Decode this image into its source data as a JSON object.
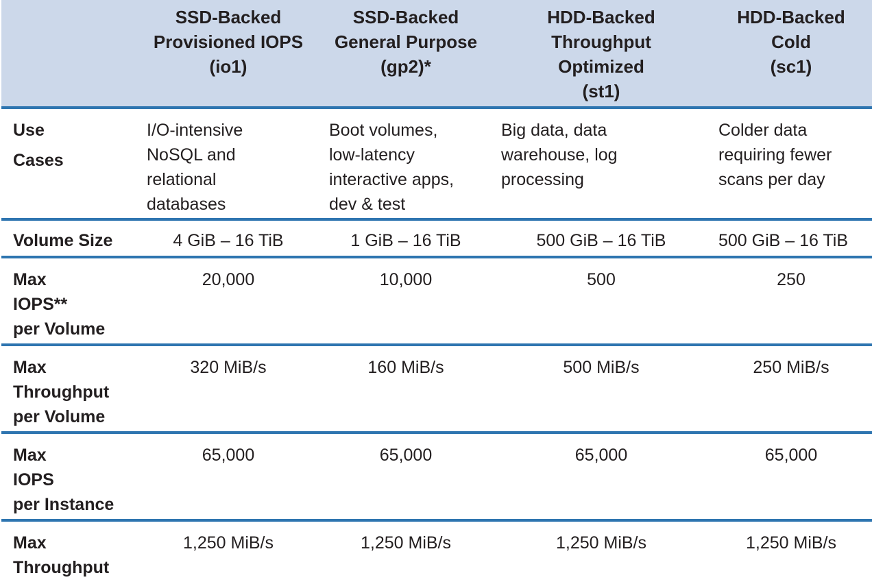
{
  "table": {
    "columns": [
      {
        "lines": [
          "SSD-Backed",
          "Provisioned IOPS",
          "(io1)"
        ]
      },
      {
        "lines": [
          "SSD-Backed",
          "General Purpose",
          "(gp2)*"
        ]
      },
      {
        "lines": [
          "HDD-Backed",
          "Throughput",
          "Optimized",
          "(st1)"
        ]
      },
      {
        "lines": [
          "HDD-Backed",
          "Cold",
          "(sc1)"
        ]
      }
    ],
    "rows": {
      "use_cases": {
        "label": [
          "Use",
          "Cases"
        ],
        "cells": [
          [
            "I/O-intensive",
            "NoSQL and",
            "relational",
            "databases"
          ],
          [
            "Boot volumes,",
            "low-latency",
            "interactive apps,",
            "dev & test"
          ],
          [
            "Big data, data",
            "warehouse, log",
            "processing"
          ],
          [
            "Colder data",
            "requiring fewer",
            "scans per day"
          ]
        ]
      },
      "volume_size": {
        "label": [
          "Volume Size"
        ],
        "cells": [
          "4 GiB – 16 TiB",
          "1 GiB – 16 TiB",
          "500 GiB – 16 TiB",
          "500 GiB – 16 TiB"
        ]
      },
      "max_iops_volume": {
        "label": [
          "Max",
          "IOPS**",
          "per Volume"
        ],
        "cells": [
          "20,000",
          "10,000",
          "500",
          "250"
        ]
      },
      "max_throughput_volume": {
        "label": [
          "Max",
          "Throughput",
          "per Volume"
        ],
        "cells": [
          "320 MiB/s",
          "160 MiB/s",
          "500 MiB/s",
          "250 MiB/s"
        ]
      },
      "max_iops_instance": {
        "label": [
          "Max",
          "IOPS",
          "per Instance"
        ],
        "cells": [
          "65,000",
          "65,000",
          "65,000",
          "65,000"
        ]
      },
      "max_throughput_instance": {
        "label": [
          "Max",
          "Throughput"
        ],
        "cells": [
          "1,250 MiB/s",
          "1,250 MiB/s",
          "1,250 MiB/s",
          "1,250 MiB/s"
        ]
      }
    }
  },
  "colors": {
    "header_background": "#ccd8ea",
    "row_divider": "#2e75b0",
    "text": "#231f20"
  }
}
